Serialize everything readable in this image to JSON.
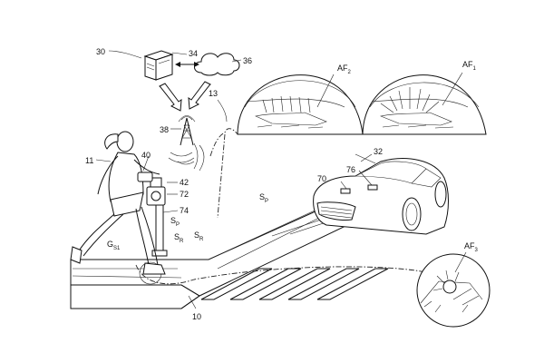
{
  "figure": {
    "labels": {
      "network_system": "30",
      "server": "34",
      "cloud": "36",
      "tower": "38",
      "pedestrian": "11",
      "wearable": "40",
      "signal_unit": "42",
      "signal_head": "72",
      "signal_post": "74",
      "link": "13",
      "vehicle": "32",
      "vehicle_sensor": "76",
      "vehicle_front": "70",
      "crosswalk": "10",
      "sp_road": "S",
      "sp_road_sub": "P",
      "sp_post": "S",
      "sp_post_sub": "P",
      "sr_a": "S",
      "sr_a_sub": "R",
      "sr_b": "S",
      "sr_b_sub": "R",
      "gs1": "G",
      "gs1_sub": "S1",
      "af1": "AF",
      "af1_sub": "1",
      "af2": "AF",
      "af2_sub": "2",
      "af3": "AF",
      "af3_sub": "3"
    }
  }
}
